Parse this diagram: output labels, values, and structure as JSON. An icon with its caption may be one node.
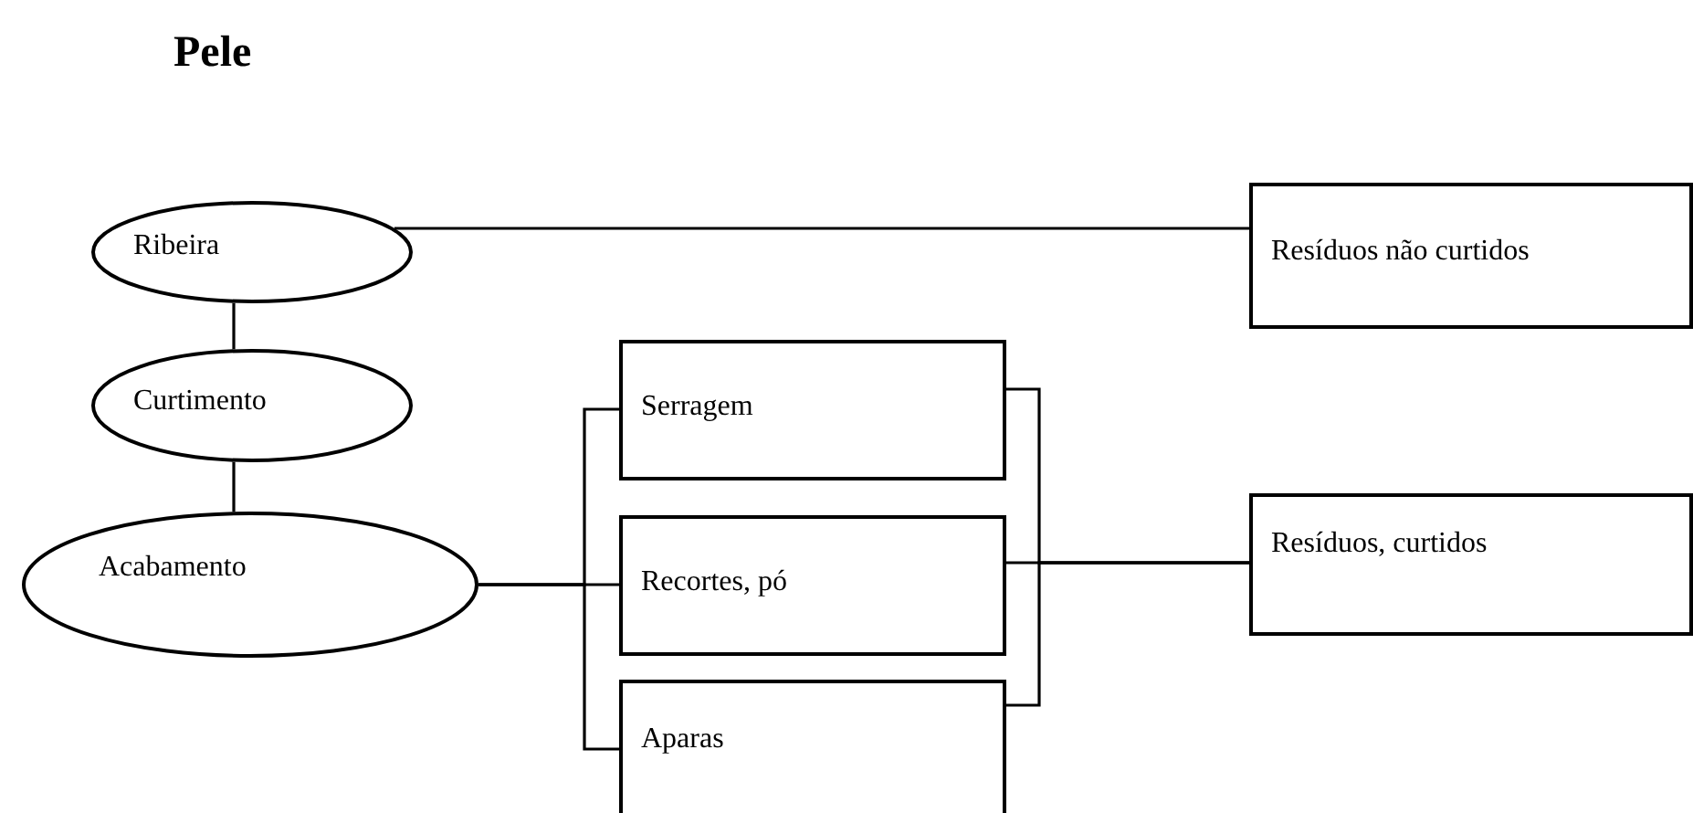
{
  "diagram": {
    "title": "Pele",
    "nodes": [
      {
        "text": [
          "Ribeira"
        ]
      },
      {
        "text": [
          "Curtimento"
        ]
      },
      {
        "text": [
          "Acabamento"
        ]
      },
      {
        "text": [
          "Resíduos não curtidos"
        ]
      },
      {
        "text": [
          "Serragem"
        ]
      },
      {
        "text": [
          "Recortes, pó"
        ]
      },
      {
        "text": [
          "Aparas"
        ]
      },
      {
        "text": [
          "Resíduos, curtidos"
        ]
      }
    ],
    "edges": [
      {
        "from": 0,
        "to": 1,
        "arrow": "none"
      },
      {
        "from": 1,
        "to": 2,
        "arrow": "none"
      },
      {
        "from": 0,
        "to": 3,
        "arrow": "none"
      },
      {
        "from": 2,
        "to": 4,
        "arrow": "none"
      },
      {
        "from": 2,
        "to": 5,
        "arrow": "none"
      },
      {
        "from": 2,
        "to": 6,
        "arrow": "none"
      },
      {
        "from": 4,
        "to": 7,
        "arrow": "none"
      },
      {
        "from": 5,
        "to": 7,
        "arrow": "none"
      },
      {
        "from": 6,
        "to": 7,
        "arrow": "none"
      }
    ]
  }
}
